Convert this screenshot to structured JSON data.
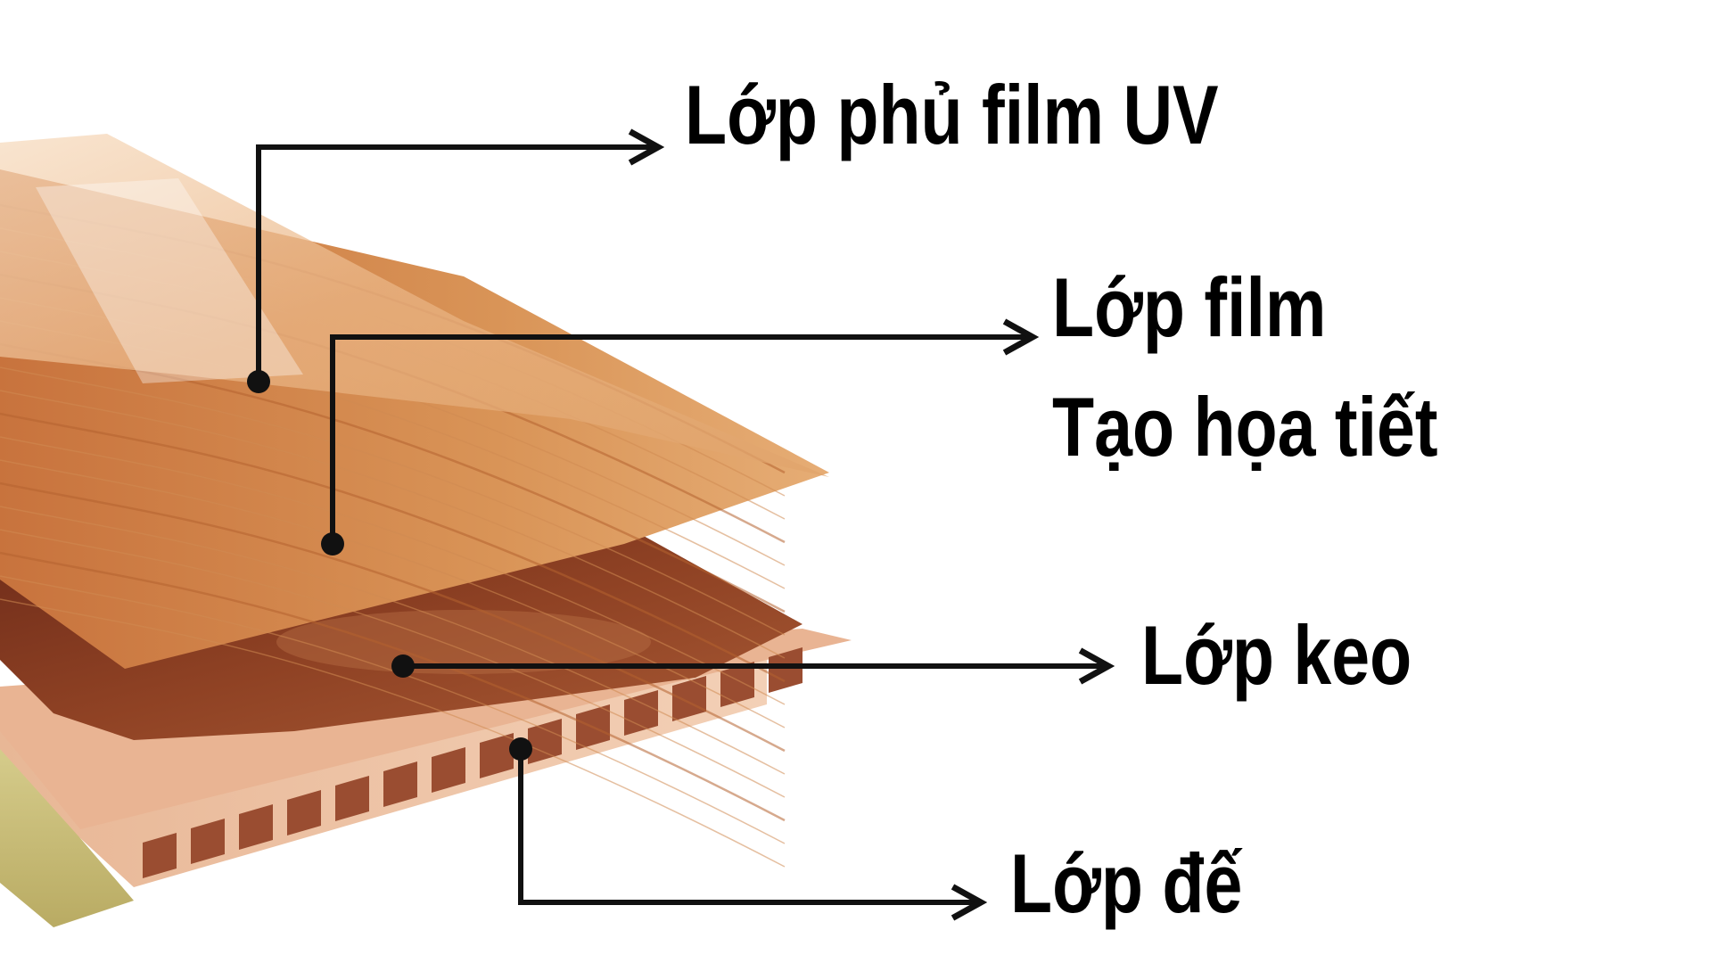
{
  "labels": {
    "uv_coating": "Lớp phủ film UV",
    "film_line1": "Lớp film",
    "film_line2": "Tạo họa tiết",
    "glue": "Lớp keo",
    "base": "Lớp đế"
  },
  "colors": {
    "background": "#ffffff",
    "text": "#000000",
    "leader_line": "#111111",
    "wood_light": "#f3c9a0",
    "wood_mid": "#e2a266",
    "wood_dark": "#9c4a27",
    "glue_layer": "#8c3f24",
    "base_board": "#efc2a1",
    "base_hole": "#9a4d31",
    "backing_strip": "#cbbf7a"
  }
}
